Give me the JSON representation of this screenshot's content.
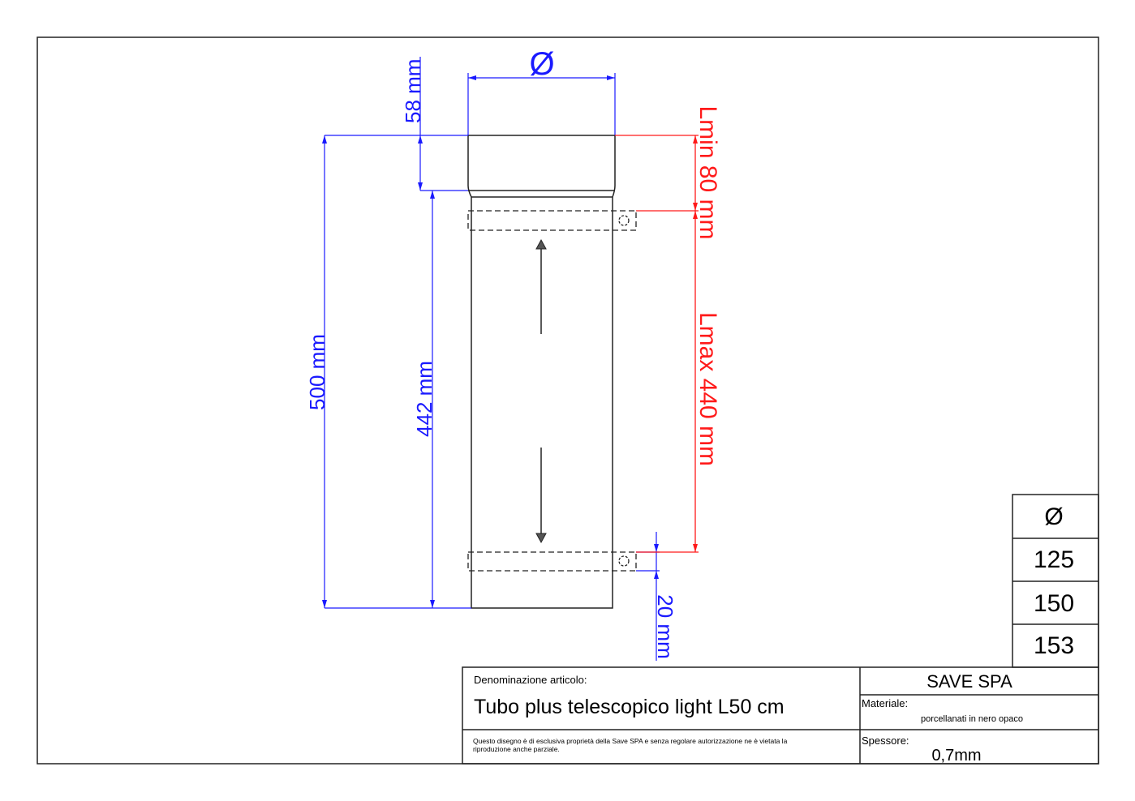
{
  "drawing": {
    "diameter_symbol": "Ø",
    "dim_top_collar": "58 mm",
    "dim_total": "500 mm",
    "dim_body": "442 mm",
    "dim_lmin": "Lmin 80 mm",
    "dim_lmax": "Lmax 440 mm",
    "dim_bottom": "20 mm"
  },
  "diameter_table": {
    "header": "Ø",
    "values": [
      "125",
      "150",
      "153"
    ]
  },
  "title_block": {
    "article_label": "Denominazione articolo:",
    "article_name": "Tubo plus telescopico light L50 cm",
    "disclaimer_line1": "Questo disegno è di esclusiva proprietà della Save SPA e senza regolare autorizzazione ne è vietata la",
    "disclaimer_line2": "riproduzione anche parziale.",
    "company": "SAVE SPA",
    "material_label": "Materiale:",
    "material_value": "porcellanati in nero opaco",
    "thickness_label": "Spessore:",
    "thickness_value": "0,7mm"
  },
  "colors": {
    "dimension": "#1a1aff",
    "telescopic": "#ff1a1a"
  }
}
